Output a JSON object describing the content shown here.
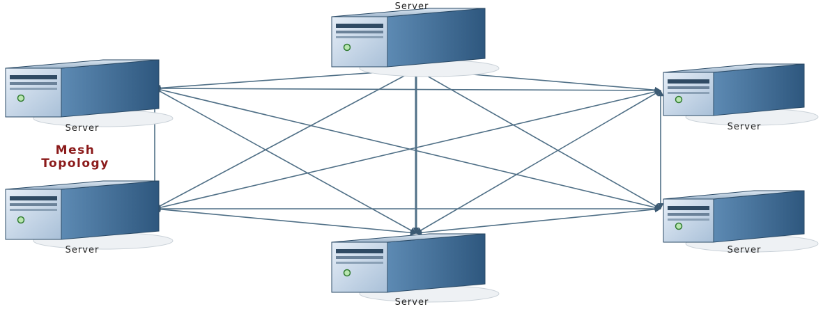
{
  "diagram": {
    "title_line1": "Mesh",
    "title_line2": "Topology",
    "nodes": [
      {
        "id": "top",
        "label": "Server"
      },
      {
        "id": "left-upper",
        "label": "Server"
      },
      {
        "id": "right-upper",
        "label": "Server"
      },
      {
        "id": "left-lower",
        "label": "Server"
      },
      {
        "id": "right-lower",
        "label": "Server"
      },
      {
        "id": "bottom",
        "label": "Server"
      }
    ],
    "edges": [
      [
        "top",
        "left-upper"
      ],
      [
        "top",
        "right-upper"
      ],
      [
        "top",
        "left-lower"
      ],
      [
        "top",
        "right-lower"
      ],
      [
        "top",
        "bottom"
      ],
      [
        "left-upper",
        "right-upper"
      ],
      [
        "left-upper",
        "left-lower"
      ],
      [
        "left-upper",
        "right-lower"
      ],
      [
        "left-upper",
        "bottom"
      ],
      [
        "right-upper",
        "left-lower"
      ],
      [
        "right-upper",
        "right-lower"
      ],
      [
        "right-upper",
        "bottom"
      ],
      [
        "left-lower",
        "right-lower"
      ],
      [
        "left-lower",
        "bottom"
      ],
      [
        "right-lower",
        "bottom"
      ]
    ],
    "colors": {
      "link": "#4f6f86",
      "title": "#8b1a1a",
      "server_front": "#c9d9ea",
      "server_side": "#3c6a94"
    }
  }
}
